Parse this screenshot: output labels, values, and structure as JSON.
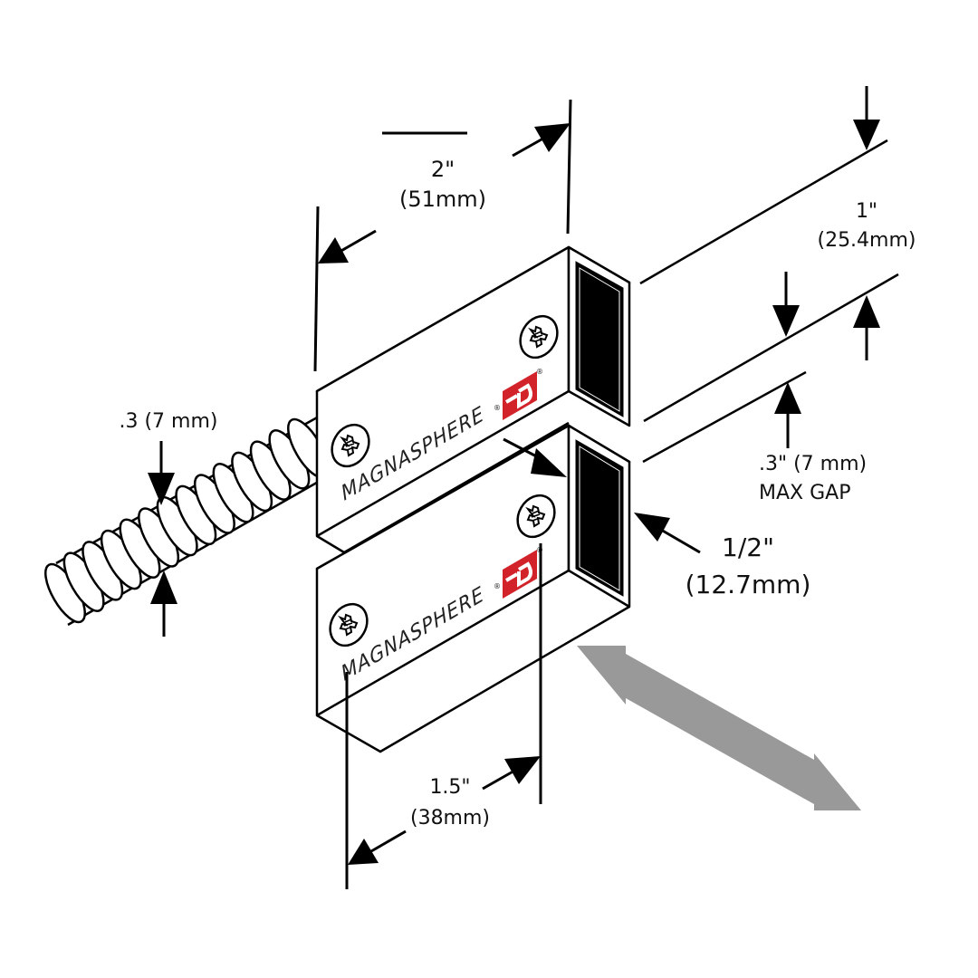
{
  "diagram": {
    "title": "Magnasphere sensor dimensions",
    "brand": {
      "name": "MAGNASPHERE",
      "registered_mark": "®",
      "logo_color": "#d2232a"
    },
    "dimensions": {
      "length": {
        "imperial": "2\"",
        "metric": "(51mm)"
      },
      "height": {
        "imperial": "1\"",
        "metric": "(25.4mm)"
      },
      "gap": {
        "imperial": ".3\" (7 mm)",
        "note": "MAX GAP"
      },
      "width": {
        "imperial": "1/2\"",
        "metric": "(12.7mm)"
      },
      "cable": {
        "label": ".3 (7 mm)"
      },
      "mount": {
        "imperial": "1.5\"",
        "metric": "(38mm)"
      }
    },
    "colors": {
      "motion_arrow": "#999999",
      "outline": "#000000",
      "pole_face": "#000000"
    },
    "icons": [
      "screw-icon",
      "magnasphere-logo-icon",
      "motion-double-arrow-icon"
    ]
  }
}
